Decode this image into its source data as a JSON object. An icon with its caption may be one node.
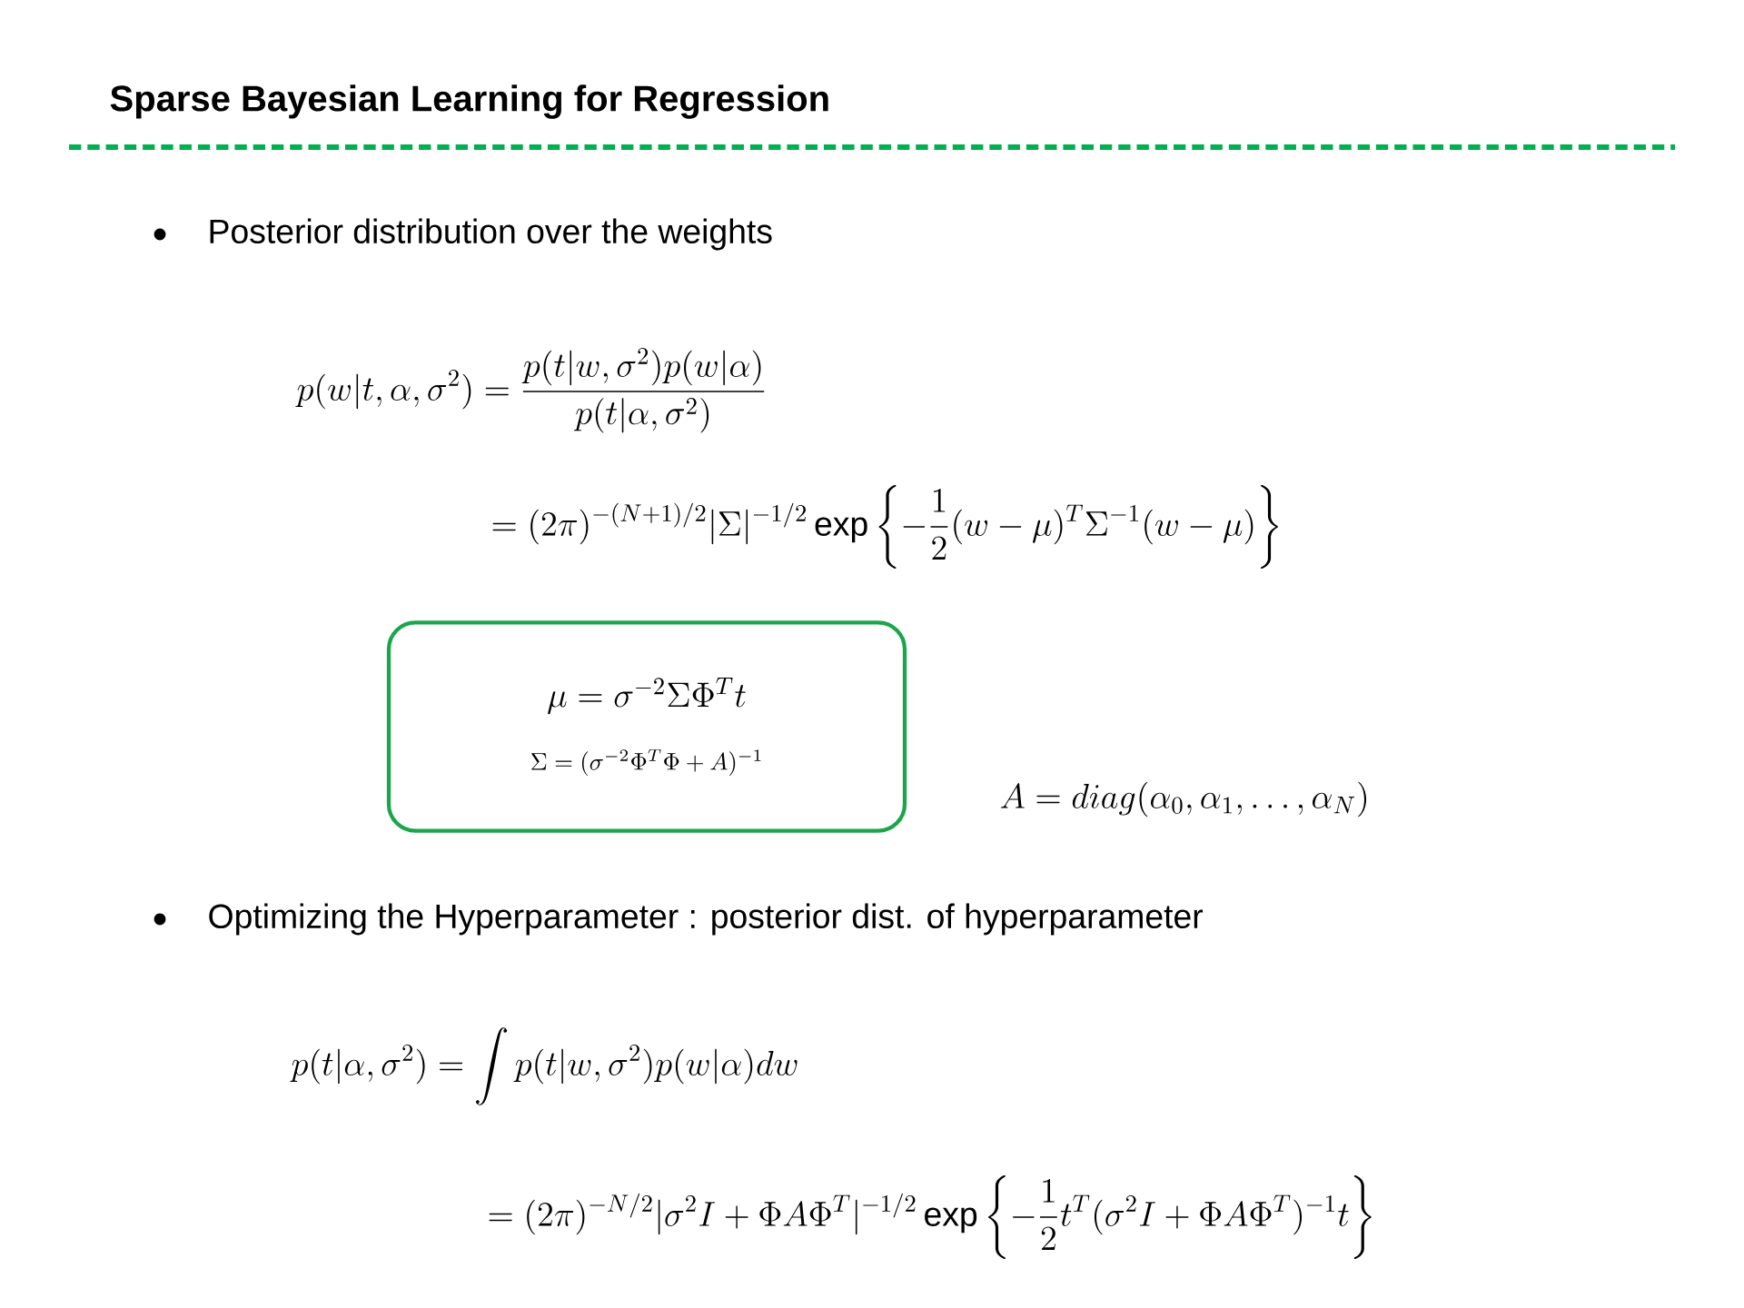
{
  "diagram": {
    "title": "Sparse Bayesian Learning for Regression",
    "nodes": [
      {
        "text": [
          "\\mu = \\sigma^{-2}\\Sigma\\Phi^T t",
          "\\Sigma = (\\sigma^{-2}\\Phi^T\\Phi + A)^{-1}"
        ]
      }
    ],
    "labels": [
      "Posterior distribution over the weights",
      "p(w|t,\\alpha,\\sigma^2) = \\frac{p(t|w,\\sigma^2)p(w|\\alpha)}{p(t|\\alpha,\\sigma^2)}",
      "= (2\\pi)^{-(N+1)/2}|\\Sigma|^{-1/2}\\exp\\left\\{-\\frac{1}{2}(w-\\mu)^T\\Sigma^{-1}(w-\\mu)\\right\\}",
      "A = diag(\\alpha_0,\\alpha_1,\\dots,\\alpha_N)",
      "Optimizing the Hyperparameter : posterior dist. of hyperparameter",
      "p(t|\\alpha,\\sigma^2) = \\int p(t|w,\\sigma^2)p(w|\\alpha)dw",
      "= (2\\pi)^{-N/2}|\\sigma^2 I + \\Phi A\\Phi^T|^{-1/2}\\exp\\left\\{-\\frac{1}{2}t^T(\\sigma^2 I + \\Phi A\\Phi^T)^{-1}t\\right\\}"
    ]
  }
}
